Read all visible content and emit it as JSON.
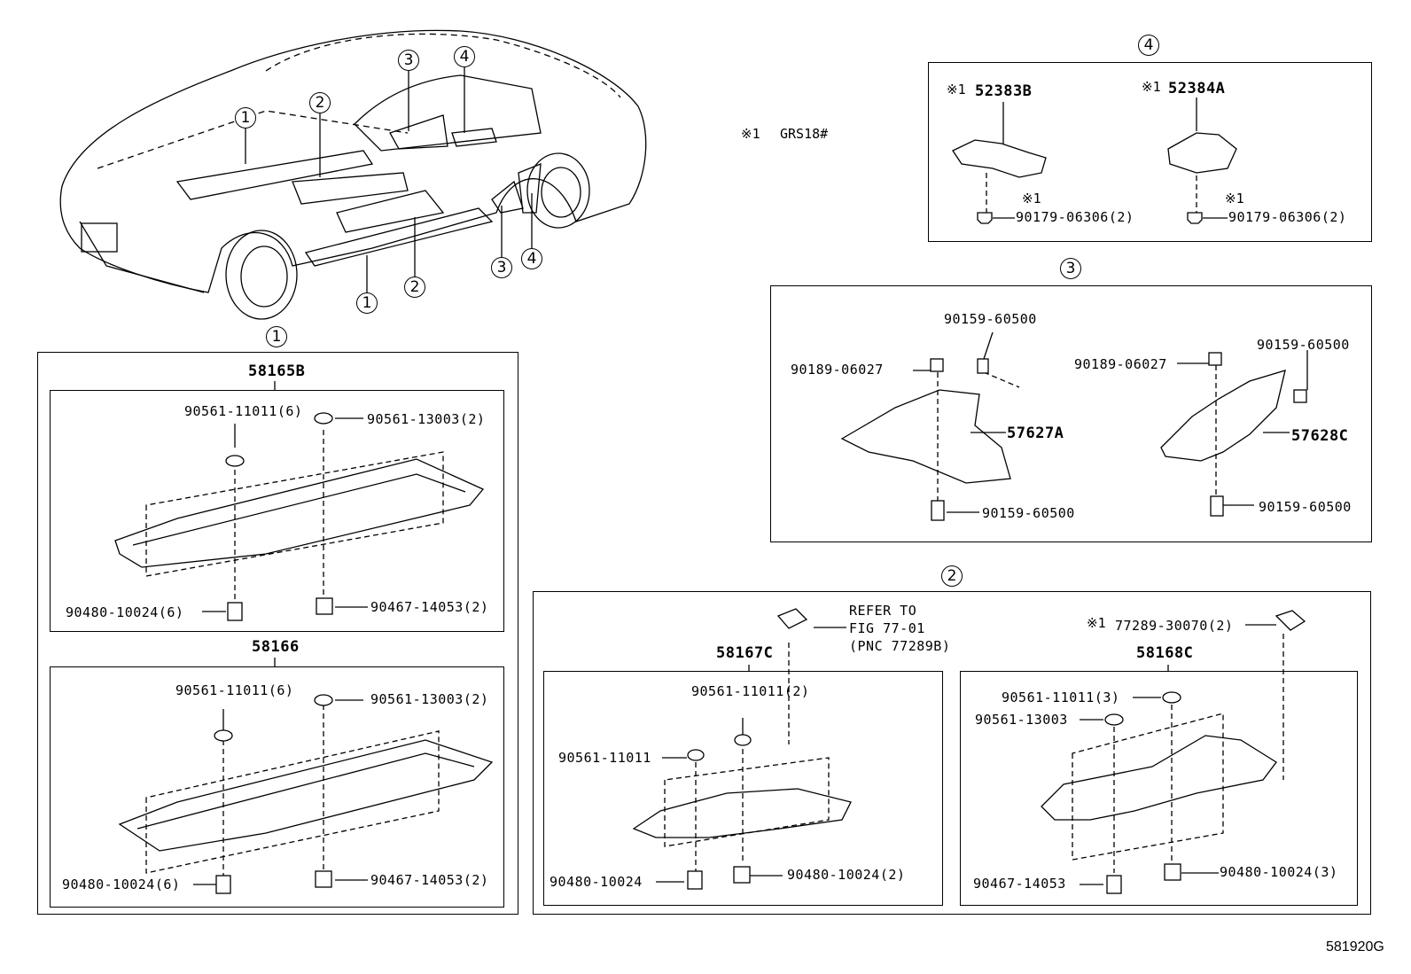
{
  "footer_code": "581920G",
  "note": {
    "mark": "※1",
    "text": "GRS18#"
  },
  "callouts": {
    "c1": "1",
    "c2": "2",
    "c3": "3",
    "c4": "4"
  },
  "group1": {
    "top": {
      "title": "58165B",
      "screw_left": "90561-11011(6)",
      "screw_right": "90561-13003(2)",
      "nut_left": "90480-10024(6)",
      "nut_right": "90467-14053(2)"
    },
    "bottom": {
      "title": "58166",
      "screw_left": "90561-11011(6)",
      "screw_right": "90561-13003(2)",
      "nut_left": "90480-10024(6)",
      "nut_right": "90467-14053(2)"
    }
  },
  "group2": {
    "refer": {
      "line1": "REFER TO",
      "line2": "FIG 77-01",
      "line3": "(PNC 77289B)"
    },
    "clip_note": "※1",
    "clip": "77289-30070(2)",
    "left": {
      "title": "58167C",
      "screw_top": "90561-11011(2)",
      "screw_left": "90561-11011",
      "nut_left": "90480-10024",
      "nut_right": "90480-10024(2)"
    },
    "right": {
      "title": "58168C",
      "screw_top": "90561-11011(3)",
      "screw_mid": "90561-13003",
      "nut_left": "90467-14053",
      "nut_right": "90480-10024(3)"
    }
  },
  "group3": {
    "left_title": "57627A",
    "left_top_nut": "90189-06027",
    "left_top_screw": "90159-60500",
    "left_bottom": "90159-60500",
    "right_title": "57628C",
    "right_top_nut": "90189-06027",
    "right_top_screw": "90159-60500",
    "right_bottom": "90159-60500"
  },
  "group4": {
    "left_mark": "※1",
    "left_title": "52383B",
    "left_sub_mark": "※1",
    "left_screw": "90179-06306(2)",
    "right_mark": "※1",
    "right_title": "52384A",
    "right_sub_mark": "※1",
    "right_screw": "90179-06306(2)"
  }
}
